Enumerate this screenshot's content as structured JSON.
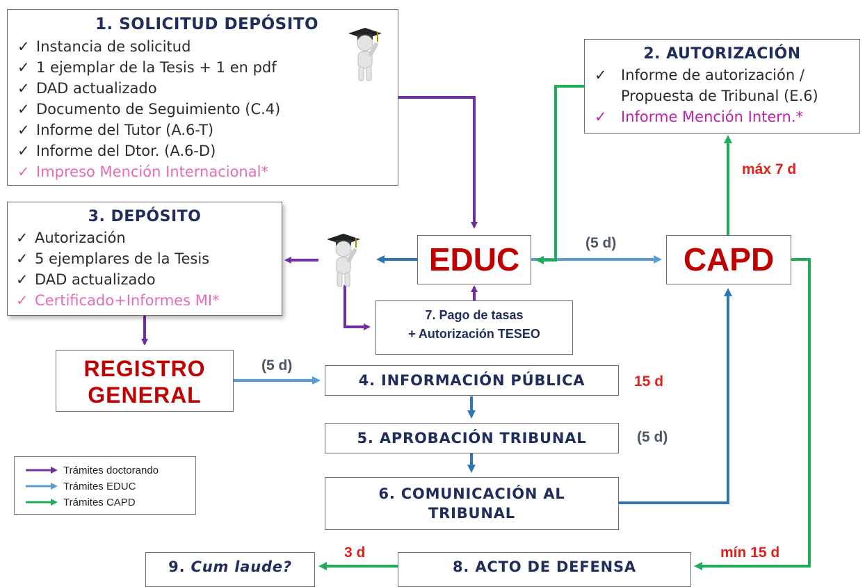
{
  "colors": {
    "doctorando": "#7030a0",
    "educ": "#5b9bd5",
    "educ_dark": "#2e75b6",
    "capd": "#21ad57",
    "title_navy": "#1f2d5c",
    "red": "#c00000",
    "pink": "#e86ab5",
    "magenta": "#c21fb0"
  },
  "box1": {
    "title": "1. SOLICITUD DEPÓSITO",
    "items": [
      "Instancia de solicitud",
      "1 ejemplar de la Tesis + 1 en pdf",
      "DAD actualizado",
      "Documento de Seguimiento (C.4)",
      "Informe del Tutor (A.6-T)",
      "Informe del Dtor. (A.6-D)",
      "Impreso Mención Internacional*"
    ]
  },
  "box2": {
    "title": "2. AUTORIZACIÓN",
    "items": [
      "Informe de autorización /",
      "Propuesta de Tribunal (E.6)",
      "Informe Mención Intern.*"
    ]
  },
  "box3": {
    "title": "3. DEPÓSITO",
    "items": [
      "Autorización",
      "5 ejemplares de la Tesis",
      "DAD actualizado",
      "Certificado+Informes MI*"
    ]
  },
  "check_mark": "✓",
  "educ": "EDUC",
  "capd": "CAPD",
  "registro": {
    "line1": "REGISTRO",
    "line2": "GENERAL"
  },
  "step4": "4. INFORMACIÓN PÚBLICA",
  "step5": "5. APROBACIÓN TRIBUNAL",
  "step6": {
    "line1": "6. COMUNICACIÓN AL",
    "line2": "TRIBUNAL"
  },
  "step7": {
    "line1": "7. Pago de tasas",
    "line2": "+ Autorización TESEO"
  },
  "step8": "8. ACTO DE DEFENSA",
  "step9": {
    "prefix": "9. ",
    "italic": "Cum laude?"
  },
  "labels": {
    "max7": "máx 7 d",
    "educ_capd": "(5 d)",
    "registro_info": "(5 d)",
    "info_days": "15 d",
    "aprob_days": "(5 d)",
    "min15": "mín 15 d",
    "cumlaude_days": "3 d"
  },
  "legend": [
    {
      "label": "Trámites doctorando",
      "color": "#7030a0"
    },
    {
      "label": "Trámites EDUC",
      "color": "#5b9bd5"
    },
    {
      "label": "Trámites CAPD",
      "color": "#21ad57"
    }
  ],
  "icons": [
    "graduate-person-icon",
    "graduate-person-icon"
  ]
}
